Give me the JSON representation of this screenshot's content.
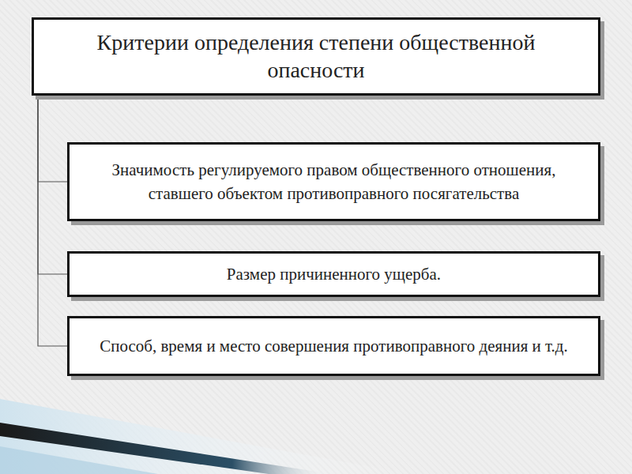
{
  "diagram": {
    "nodes": [
      {
        "text": [
          "Критерии определения степени общественной опасности"
        ]
      },
      {
        "text": [
          "Значимость регулируемого правом общественного отношения, ставшего объектом противоправного посягательства"
        ]
      },
      {
        "text": [
          "Размер причиненного ущерба."
        ]
      },
      {
        "text": [
          "Способ, время и место совершения противоправного деяния и т.д."
        ]
      }
    ],
    "edges": [
      {
        "from": 0,
        "to": 1,
        "arrow": "none"
      },
      {
        "from": 0,
        "to": 2,
        "arrow": "none"
      },
      {
        "from": 0,
        "to": 3,
        "arrow": "none"
      }
    ]
  }
}
